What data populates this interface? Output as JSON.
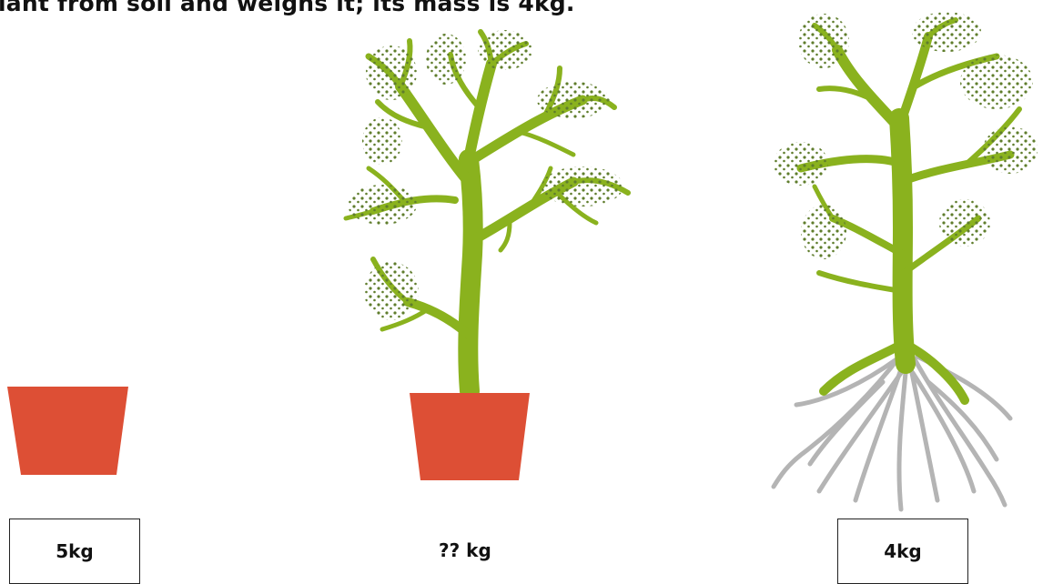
{
  "caption": "lant from soil and weighs it; its mass is 4kg.",
  "masses": {
    "pot_empty": "5kg",
    "plant_in_pot": "?? kg",
    "plant_uprooted": "4kg"
  },
  "colors": {
    "pot": "#dd4f35",
    "foliage": "#8ab21e",
    "speckle": "#5f7d2c",
    "roots": "#b4b4b4"
  }
}
